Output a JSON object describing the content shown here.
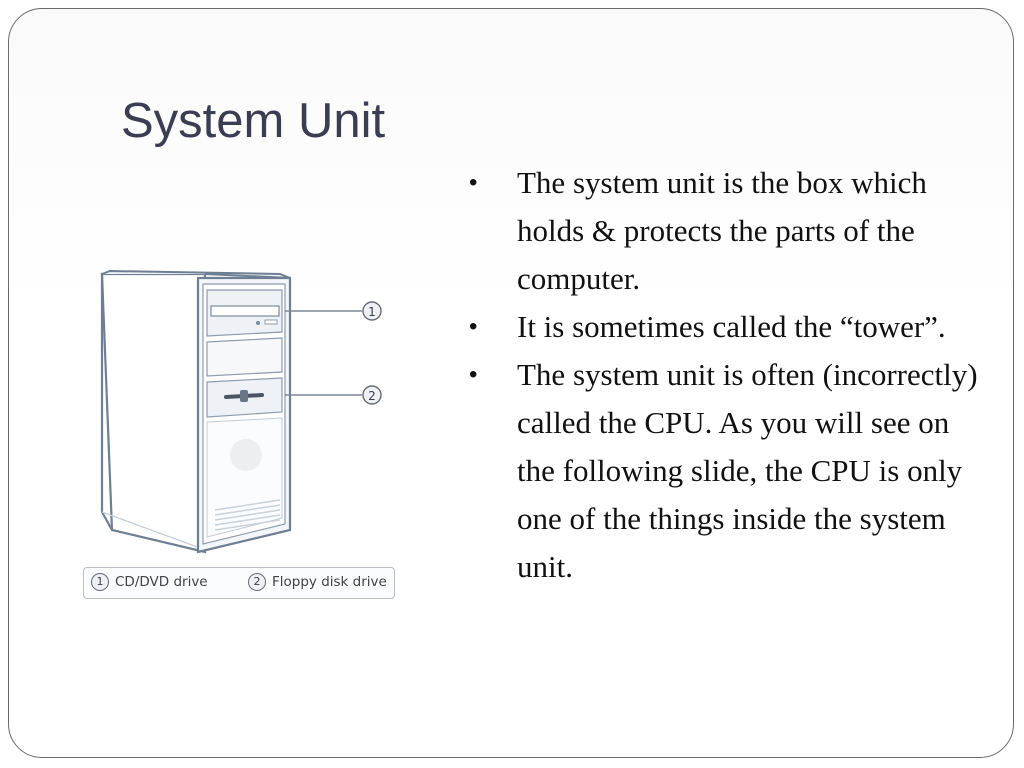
{
  "slide": {
    "title": "System Unit",
    "bullets": [
      "The system unit is the box which holds  & protects the parts of the computer.",
      "It is sometimes called the “tower”.",
      "The system unit is often (incorrectly) called the CPU. As you will see on the following slide, the CPU is only one of the things inside the system unit."
    ],
    "bullet_symbol": "•"
  },
  "figure": {
    "callouts": [
      {
        "number": "1",
        "label": "CD/DVD drive"
      },
      {
        "number": "2",
        "label": "Floppy disk drive"
      }
    ]
  },
  "colors": {
    "title": "#3b3d52",
    "border": "#6a6a6a"
  }
}
